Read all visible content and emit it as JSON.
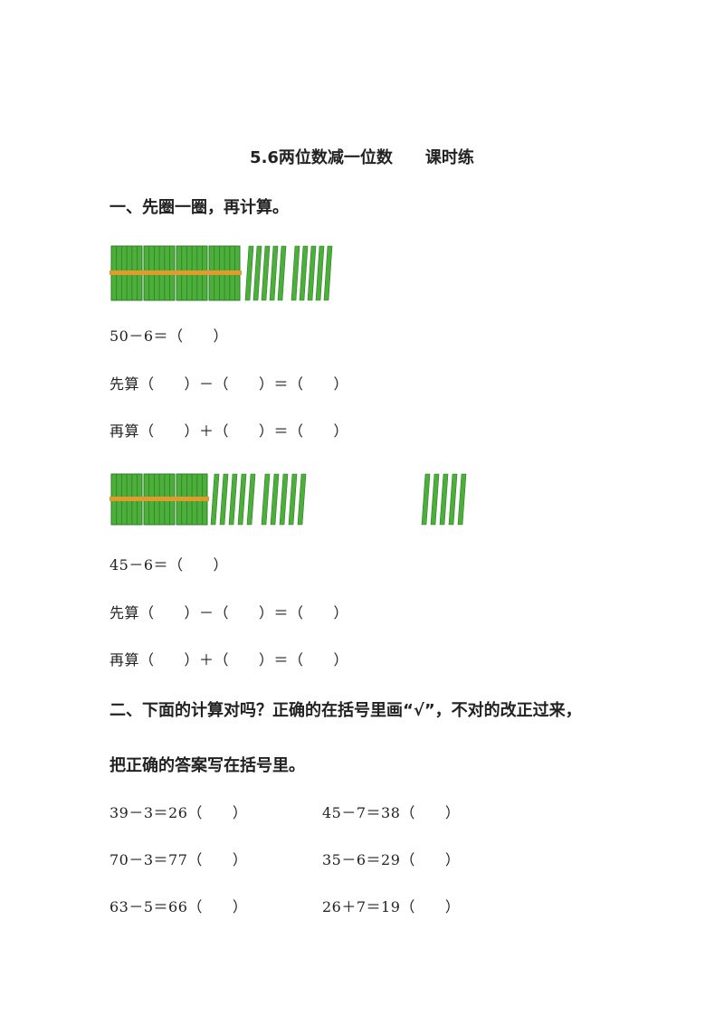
{
  "title": "5.6两位数减一位数　　课时练",
  "section1": {
    "heading": "一、先圈一圈，再计算。",
    "problem1": {
      "bundle_icon": "bundle-of-ten-sticks-icon",
      "stick_icon": "single-stick-icon",
      "equation": "50－6＝（　　）",
      "step1": "先算（　　）－（　　）＝（　　）",
      "step2": "再算（　　）＋（　　）＝（　　）"
    },
    "problem2": {
      "equation": "45－6＝（　　）",
      "step1": "先算（　　）－（　　）＝（　　）",
      "step2": "再算（　　）＋（　　）＝（　　）"
    }
  },
  "section2": {
    "heading_line1": "二、下面的计算对吗？正确的在括号里画“√”，不对的改正过来，",
    "heading_line2": "把正确的答案写在括号里。",
    "items": [
      {
        "left": "39－3＝26（　　）",
        "right": "45－7＝38（　　）"
      },
      {
        "left": "70－3＝77（　　）",
        "right": "35－6＝29（　　）"
      },
      {
        "left": "63－5＝66（　　）",
        "right": "26＋7＝19（　　）"
      }
    ]
  },
  "colors": {
    "stick_green": "#4caf3a",
    "stick_dark": "#2e7d2a",
    "band_orange": "#e39a2a"
  }
}
